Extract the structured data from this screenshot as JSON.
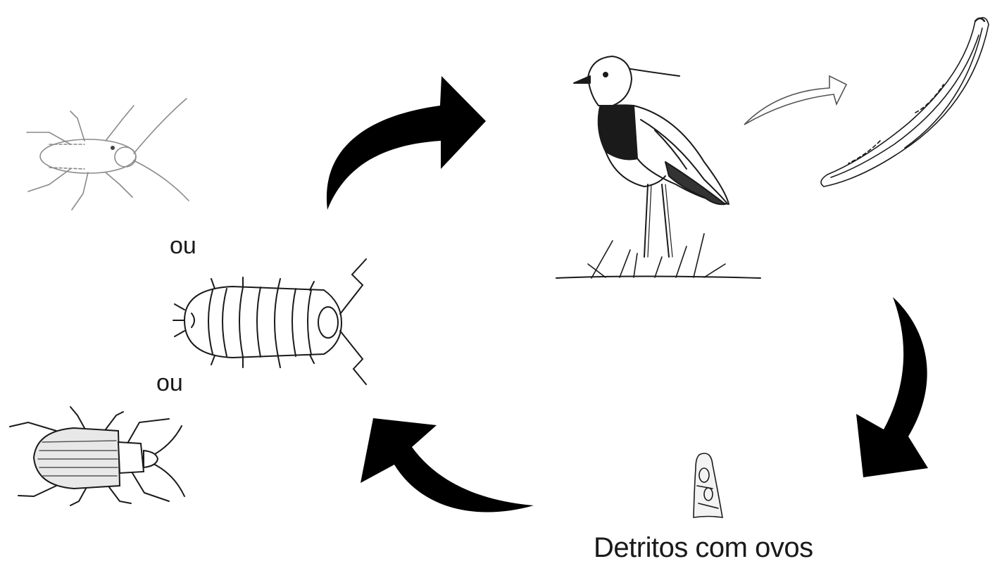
{
  "labels": {
    "or_1": "ou",
    "or_2": "ou",
    "detritus_caption": "Detritos com ovos"
  },
  "organisms": {
    "host_1": "cockroach-icon",
    "host_2": "woodlouse-icon",
    "host_3": "beetle-icon",
    "definitive_host": "lapwing-bird-icon",
    "parasite": "worm-icon",
    "egg_debris": "egg-debris-icon"
  },
  "colors": {
    "arrow_fill": "#000000",
    "line_art": "#1a1a1a",
    "faint_line_art": "#8a8a8a",
    "background": "#ffffff"
  }
}
